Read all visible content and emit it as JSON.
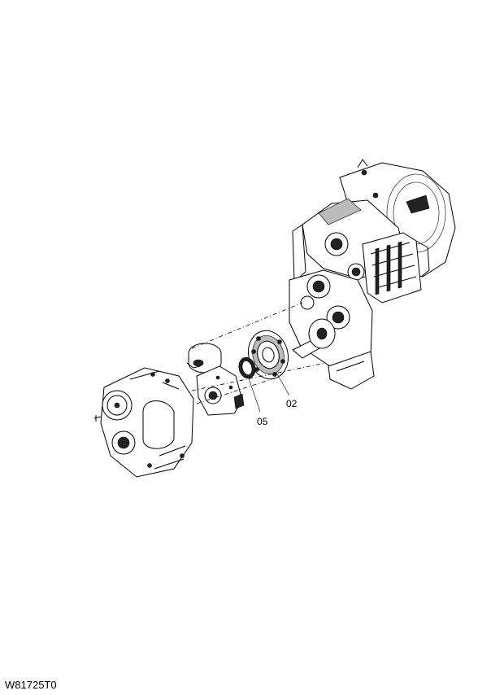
{
  "drawing": {
    "callouts": [
      {
        "id": "part-02",
        "label": "02"
      },
      {
        "id": "part-05",
        "label": "05"
      }
    ],
    "drawing_code": "W81725T0",
    "colors": {
      "line": "#000000",
      "background": "#ffffff"
    }
  }
}
